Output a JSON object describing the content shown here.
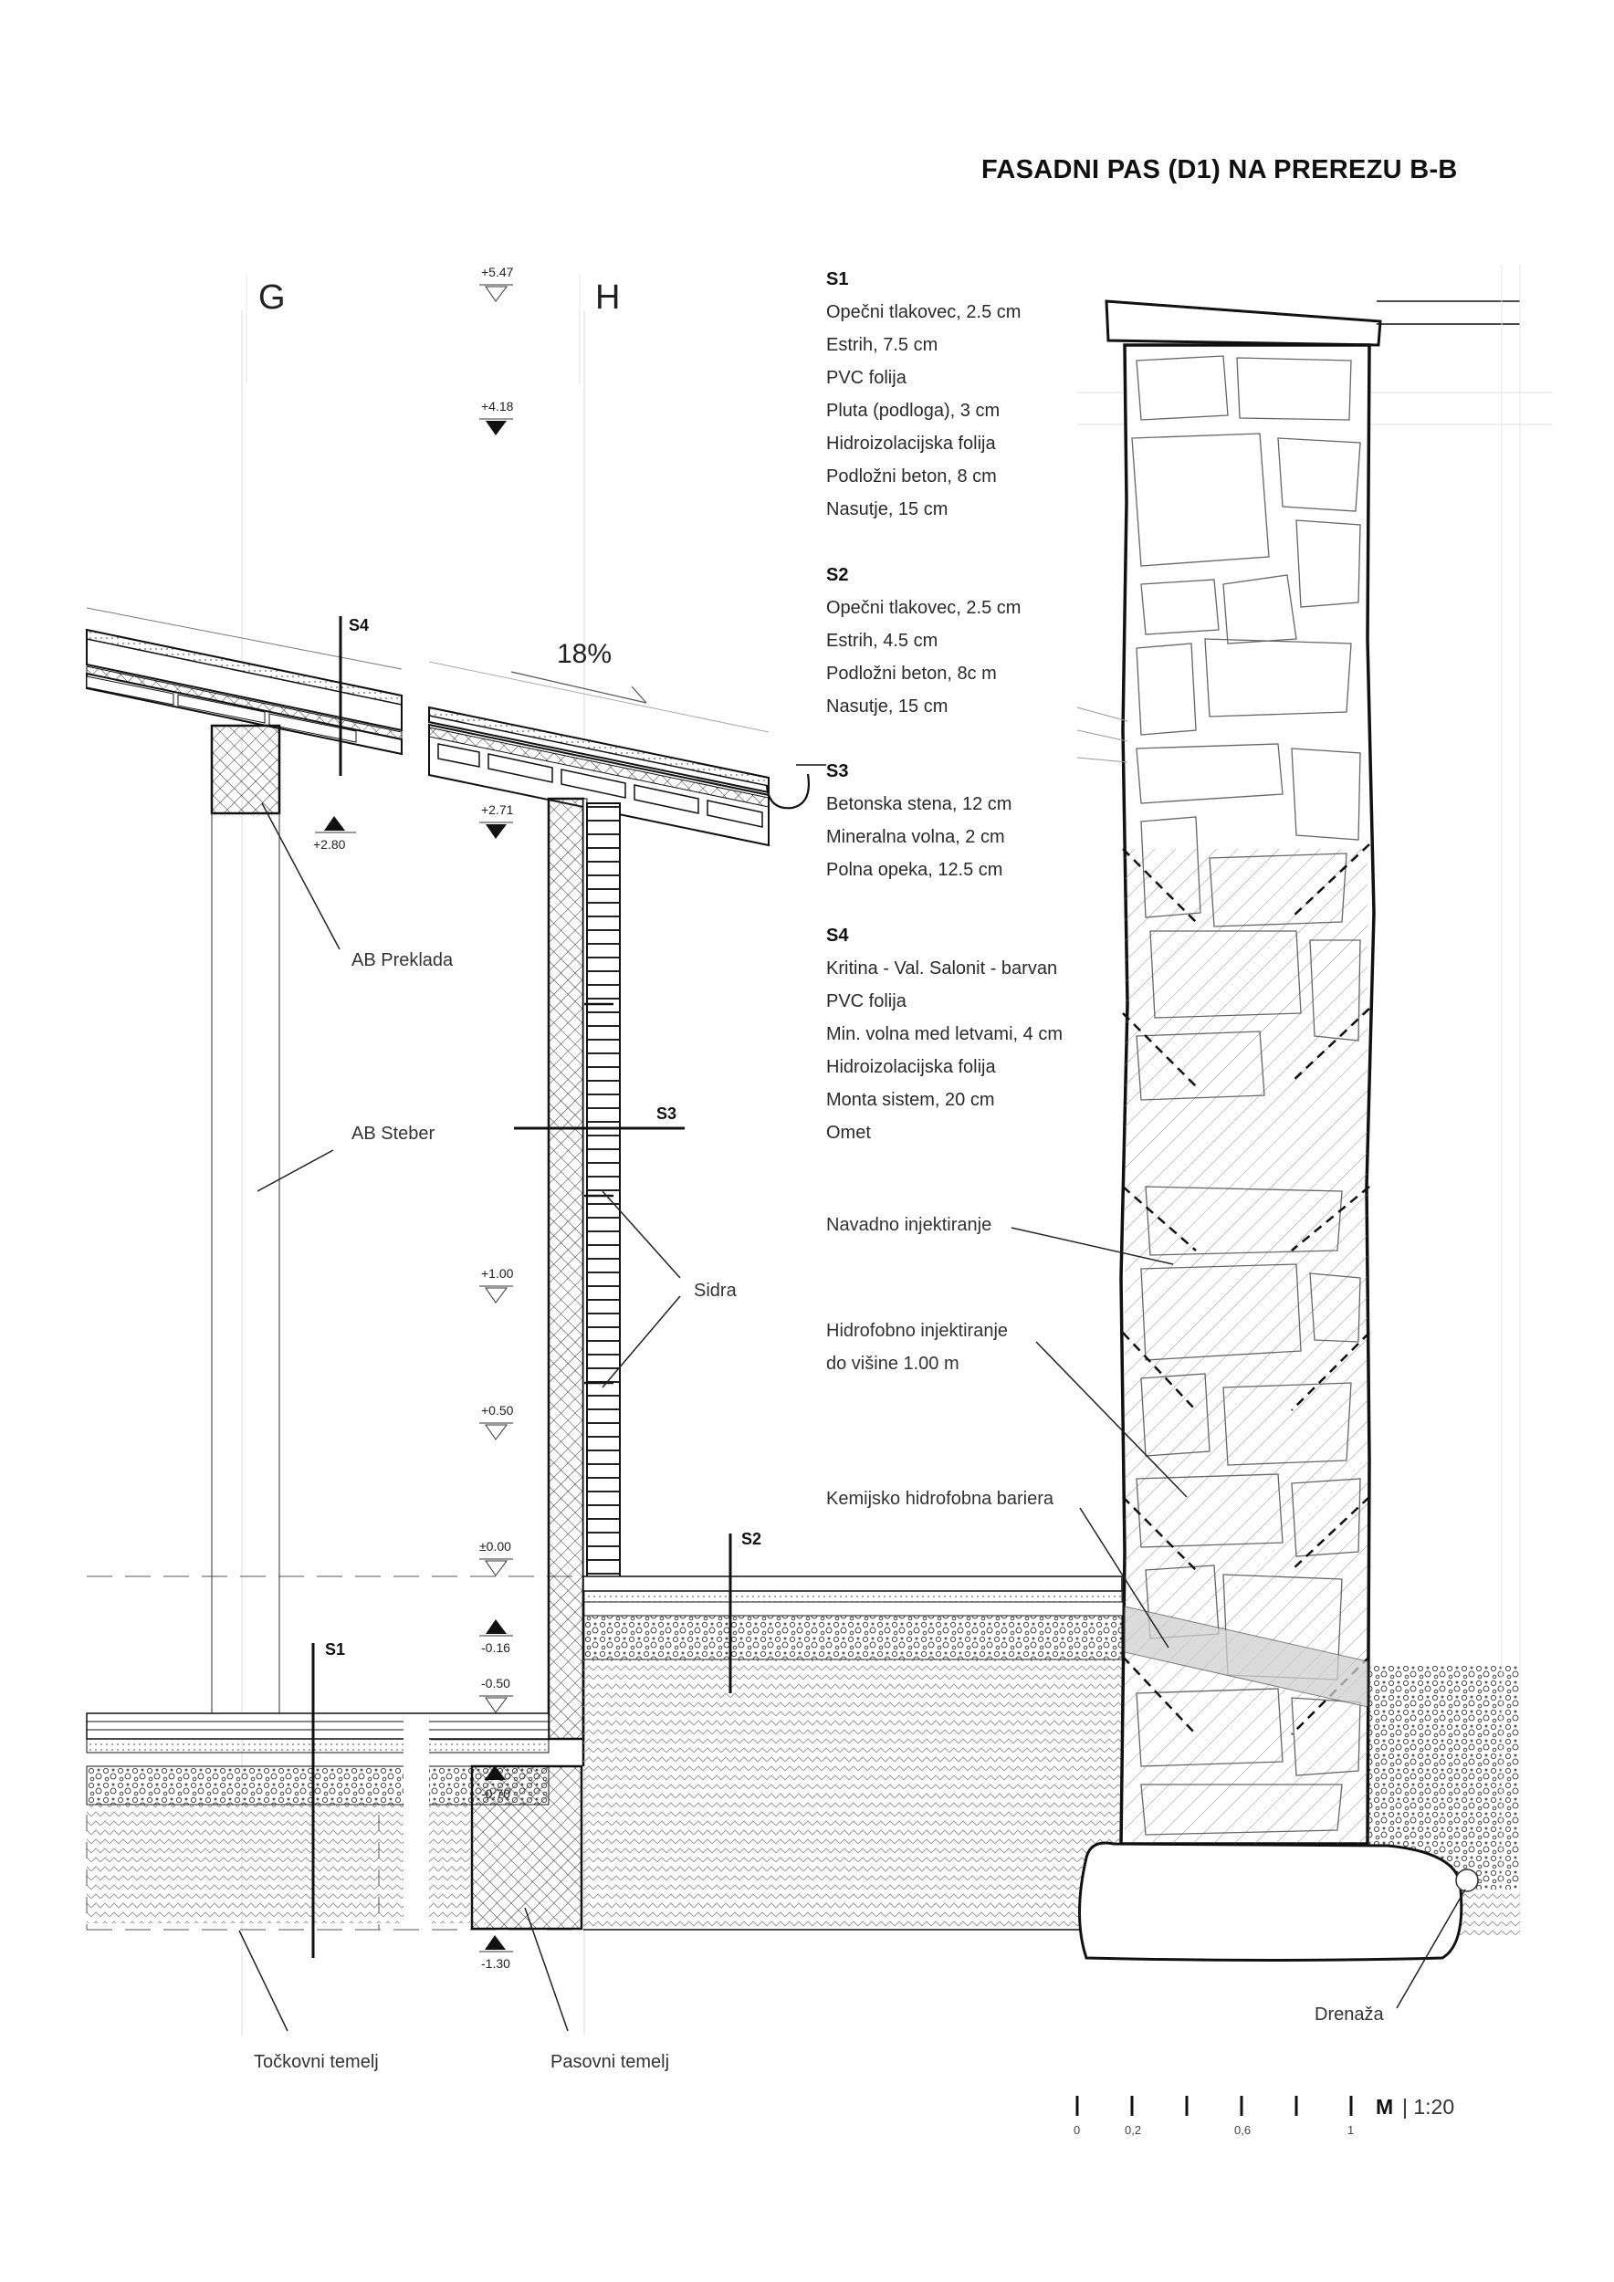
{
  "title": "FASADNI PAS (D1) NA PREREZU B-B",
  "axes": [
    "G",
    "H"
  ],
  "slope": "18%",
  "levels": {
    "l547": "+5.47",
    "l418": "+4.18",
    "l280": "+2.80",
    "l271": "+2.71",
    "l100": "+1.00",
    "l050": "+0.50",
    "l000": "±0.00",
    "lm016": "-0.16",
    "lm050": "-0.50",
    "lm070": "-0.70",
    "lm130": "-1.30"
  },
  "layers": [
    {
      "id": "S1",
      "items": [
        "Opečni tlakovec, 2.5 cm",
        "Estrih, 7.5 cm",
        "PVC folija",
        "Pluta (podloga), 3 cm",
        "Hidroizolacijska folija",
        "Podložni beton, 8 cm",
        "Nasutje, 15 cm"
      ]
    },
    {
      "id": "S2",
      "items": [
        "Opečni tlakovec, 2.5 cm",
        "Estrih, 4.5 cm",
        "Podložni beton, 8c m",
        "Nasutje, 15 cm"
      ]
    },
    {
      "id": "S3",
      "items": [
        "Betonska stena, 12 cm",
        "Mineralna volna, 2 cm",
        "Polna opeka, 12.5 cm"
      ]
    },
    {
      "id": "S4",
      "items": [
        "Kritina - Val. Salonit - barvan",
        "PVC folija",
        "Min. volna med letvami, 4 cm",
        "Hidroizolacijska folija",
        "Monta sistem, 20 cm",
        "Omet"
      ]
    }
  ],
  "callouts": {
    "preklada": "AB Preklada",
    "steber": "AB Steber",
    "sidra": "Sidra",
    "navadno": "Navadno injektiranje",
    "hidrofobno1": "Hidrofobno injektiranje",
    "hidrofobno2": "do višine 1.00 m",
    "kemijsko": "Kemijsko hidrofobna bariera",
    "drenaza": "Drenaža",
    "tockovni": "Točkovni temelj",
    "pasovni": "Pasovni temelj"
  },
  "section_marks": {
    "s1": "S1",
    "s2": "S2",
    "s3": "S3",
    "s4": "S4"
  },
  "scale": {
    "ticks": [
      "0",
      "0,2",
      "0,6",
      "1"
    ],
    "label_bold": "M",
    "label_rest": "| 1:20"
  }
}
